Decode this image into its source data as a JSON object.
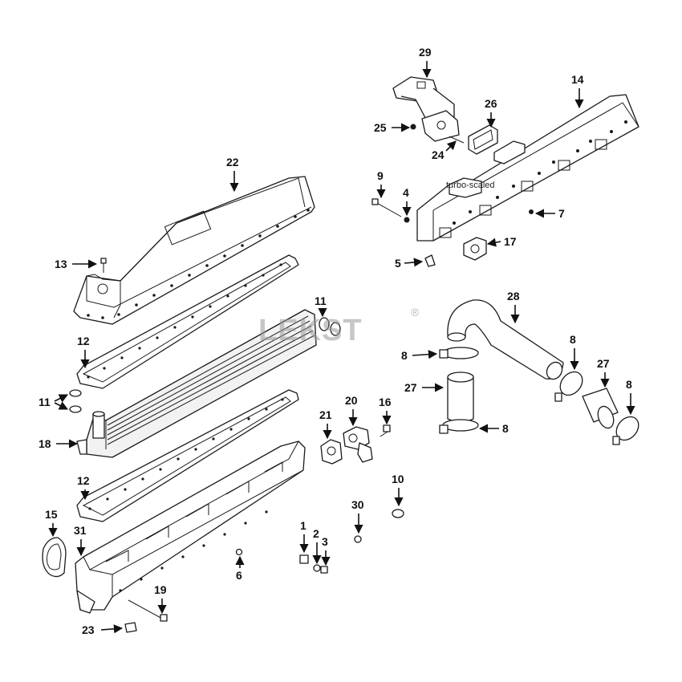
{
  "watermark": {
    "text": "LEKST",
    "mark": "®"
  },
  "stamp_text": "turbo-scaled",
  "callouts": {
    "c1": "1",
    "c2": "2",
    "c3": "3",
    "c4": "4",
    "c5": "5",
    "c6": "6",
    "c7": "7",
    "c8a": "8",
    "c8b": "8",
    "c8c": "8",
    "c8d": "8",
    "c9": "9",
    "c10": "10",
    "c11a": "11",
    "c11b": "11",
    "c12a": "12",
    "c12b": "12",
    "c13": "13",
    "c14": "14",
    "c15": "15",
    "c16": "16",
    "c17": "17",
    "c18": "18",
    "c19": "19",
    "c20": "20",
    "c21": "21",
    "c22": "22",
    "c23": "23",
    "c24": "24",
    "c25": "25",
    "c26": "26",
    "c27a": "27",
    "c27b": "27",
    "c28": "28",
    "c29": "29",
    "c30": "30",
    "c31": "31"
  }
}
